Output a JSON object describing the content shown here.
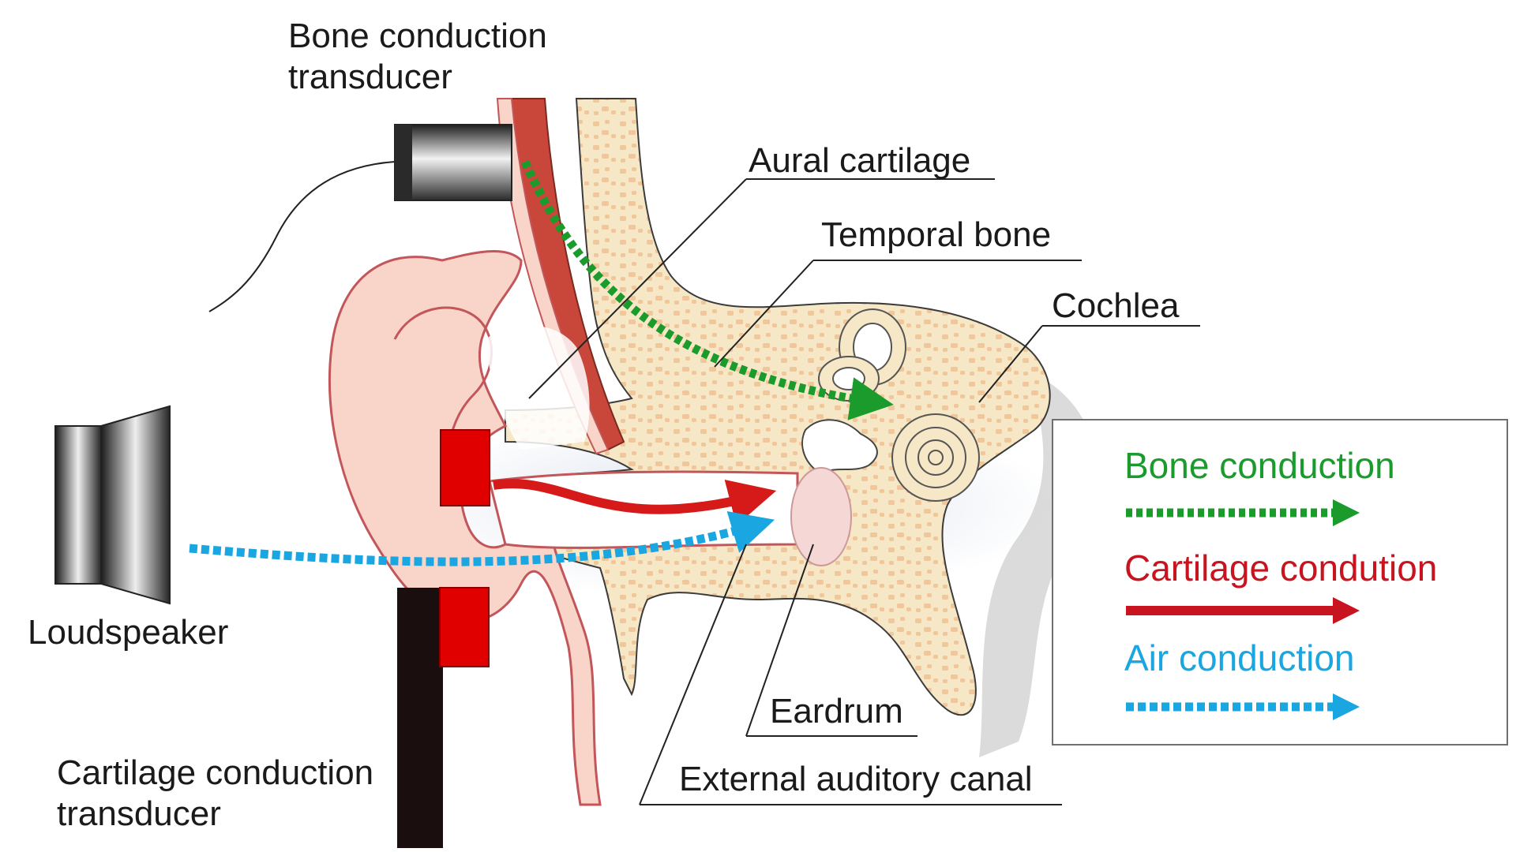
{
  "labels": {
    "bone_transducer": [
      "Bone conduction",
      "transducer"
    ],
    "aural_cartilage": "Aural cartilage",
    "temporal_bone": "Temporal bone",
    "cochlea": "Cochlea",
    "loudspeaker": "Loudspeaker",
    "eardrum": "Eardrum",
    "external_canal": "External auditory canal",
    "cartilage_transducer": [
      "Cartilage conduction",
      "transducer"
    ]
  },
  "legend": {
    "items": [
      {
        "label": "Bone conduction",
        "color": "#1a9b2c",
        "style": "dotted"
      },
      {
        "label": "Cartilage condution",
        "color": "#c8141e",
        "style": "solid"
      },
      {
        "label": "Air conduction",
        "color": "#1aa6e0",
        "style": "dotted"
      }
    ]
  },
  "colors": {
    "bone_fill": "#f6e7c6",
    "bone_dots": "#efc79a",
    "skin_fill": "#f9d4c8",
    "skin_outline": "#c2565a",
    "muscle": "#c9473a",
    "transducer_red": "#e00000",
    "shadow": "#c9c9c9"
  }
}
